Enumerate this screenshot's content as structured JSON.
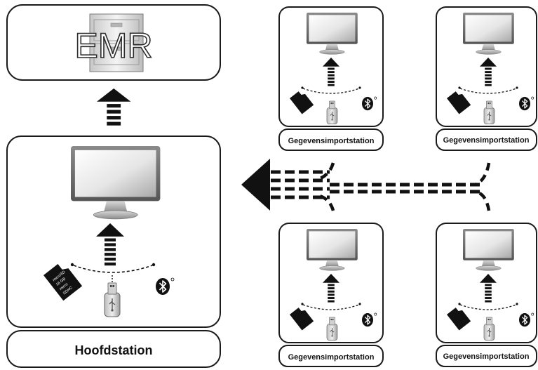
{
  "emr": {
    "label": "EMR"
  },
  "main_station": {
    "label": "Hoofdstation"
  },
  "import_stations": [
    {
      "label": "Gegevensimportstation"
    },
    {
      "label": "Gegevensimportstation"
    },
    {
      "label": "Gegevensimportstation"
    },
    {
      "label": "Gegevensimportstation"
    }
  ],
  "memory_card": {
    "lines": [
      "microSD",
      "16 GB",
      "micro",
      "SDHC"
    ]
  },
  "icons": {
    "monitor": "monitor-icon",
    "memory_card": "memory-card-icon",
    "usb_stick": "usb-stick-icon",
    "bluetooth": "bluetooth-icon",
    "file_cabinet": "file-cabinet-icon",
    "arrow": "arrow-up-icon",
    "flow_arrow": "arrow-left-icon"
  },
  "colors": {
    "stroke": "#1a1a1a",
    "background": "#ffffff",
    "screen_light": "#f3f3f3",
    "screen_dark": "#9a9a9a",
    "monitor_frame": "#6f6f6f"
  }
}
